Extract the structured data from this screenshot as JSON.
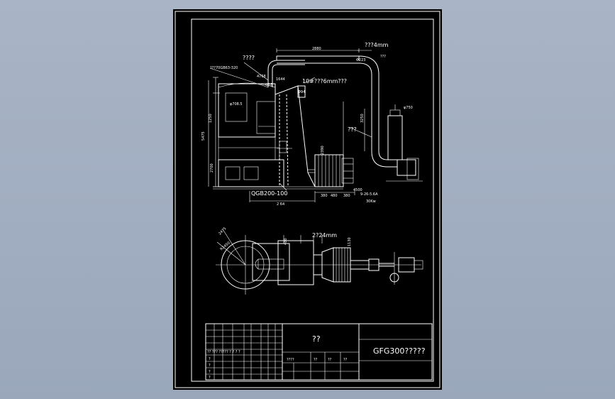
{
  "drawing": {
    "labels": {
      "top_left_q": "????",
      "top_left_spec": "???70GB63-320",
      "top_dim_2880": "2880",
      "top_pipe": "???4mm",
      "right_small": "???",
      "pipe_note": "10#???6mm???",
      "mid_q": "???",
      "bottom_spec": "QGB200-100",
      "fan_spec": "9-26-5.6A",
      "fan_power": "30Kw",
      "dim_2640": "2 64",
      "dim_4500": "4500",
      "plan_pipe": "2?24mm"
    },
    "title_block": {
      "center_title": "??",
      "right_title": "GFG300?????",
      "header_row": "??  ???  ?????  ?  ?  ?  ?",
      "col_labels": [
        "????",
        "??",
        "??",
        "??"
      ],
      "left_rows": [
        "?",
        "?",
        "?",
        "?"
      ]
    }
  }
}
